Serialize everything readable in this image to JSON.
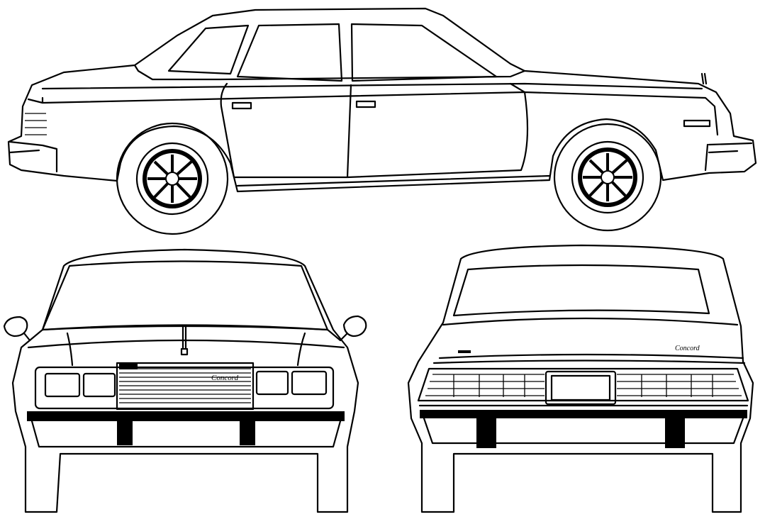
{
  "drawing": {
    "views": [
      "side",
      "front",
      "rear"
    ],
    "emblems": [
      "Concord"
    ],
    "colors": {
      "line": "#000000",
      "background": "#ffffff"
    }
  }
}
